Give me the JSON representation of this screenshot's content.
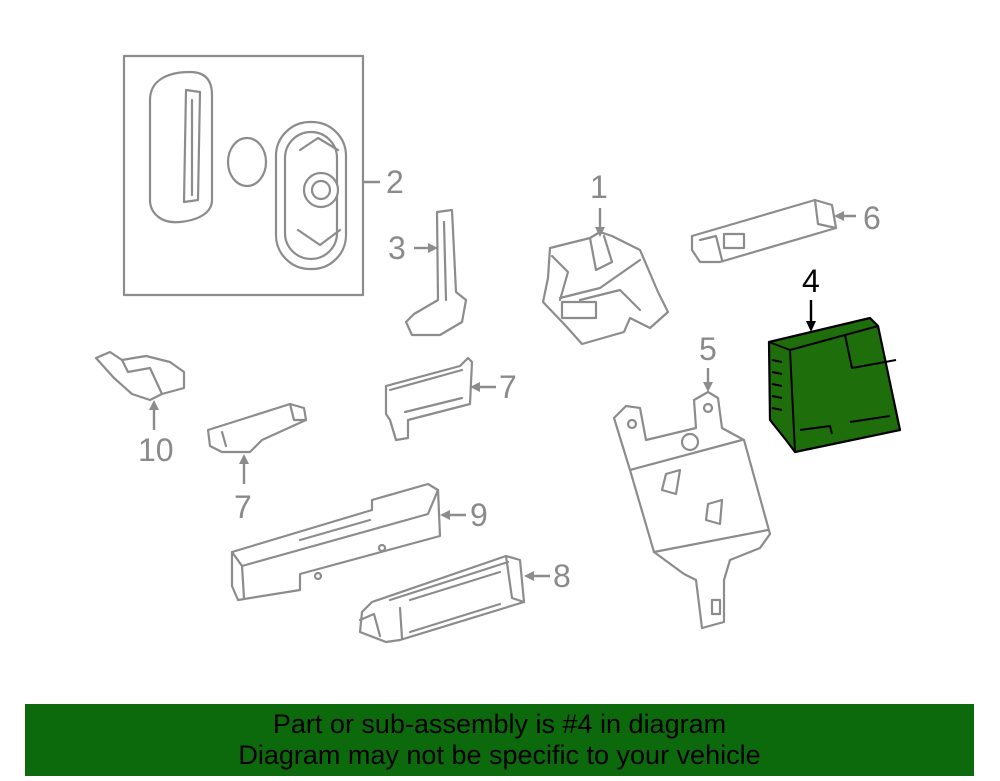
{
  "diagram": {
    "callouts": {
      "c1": "1",
      "c2": "2",
      "c3": "3",
      "c4": "4",
      "c5": "5",
      "c6": "6",
      "c7a": "7",
      "c7b": "7",
      "c8": "8",
      "c9": "9",
      "c10": "10"
    },
    "highlight_part": "4",
    "colors": {
      "highlight_fill": "#1f6e0c",
      "line_art": "#8c8c8c",
      "banner_bg": "#0c6a0c"
    }
  },
  "banner": {
    "line1": "Part or sub-assembly is #4 in diagram",
    "line2": "Diagram may not be specific to your vehicle"
  }
}
